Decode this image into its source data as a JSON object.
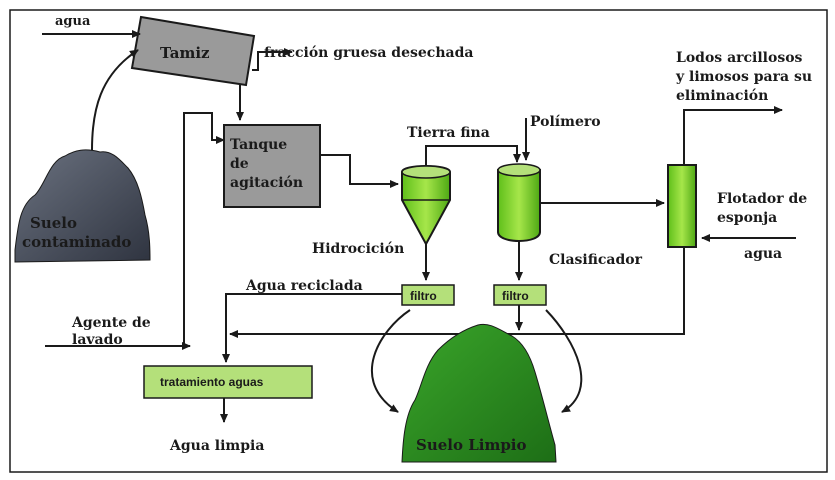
{
  "labels": {
    "agua_top": "agua",
    "tamiz": "Tamiz",
    "fraccion": "fracción gruesa desechada",
    "lodos_1": "Lodos arcillosos",
    "lodos_2": "y limosos para su",
    "lodos_3": "eliminación",
    "polimero": "Polímero",
    "tierra_fina": "Tierra fina",
    "tanque_1": "Tanque",
    "tanque_2": "de",
    "tanque_3": "agitación",
    "suelo_cont_1": "Suelo",
    "suelo_cont_2": "contaminado",
    "hidrociclon": "Hidrocición",
    "clasificador": "Clasificador",
    "flotador_1": "Flotador de",
    "flotador_2": "esponja",
    "agua_right": "agua",
    "agua_reciclada": "Agua reciclada",
    "filtro_1": "filtro",
    "filtro_2": "filtro",
    "agente_1": "Agente de",
    "agente_2": "lavado",
    "tratamiento": "tratamiento aguas",
    "agua_limpia": "Agua limpia",
    "suelo_limpio": "Suelo Limpio"
  },
  "colors": {
    "green_light": "#b4e07a",
    "green_body": "#7ed321",
    "green_dark": "#2e8b22",
    "gray_box": "#9a9a9a",
    "soil_dark": "#4a4f5a",
    "soil_green": "#2a8f1e"
  }
}
